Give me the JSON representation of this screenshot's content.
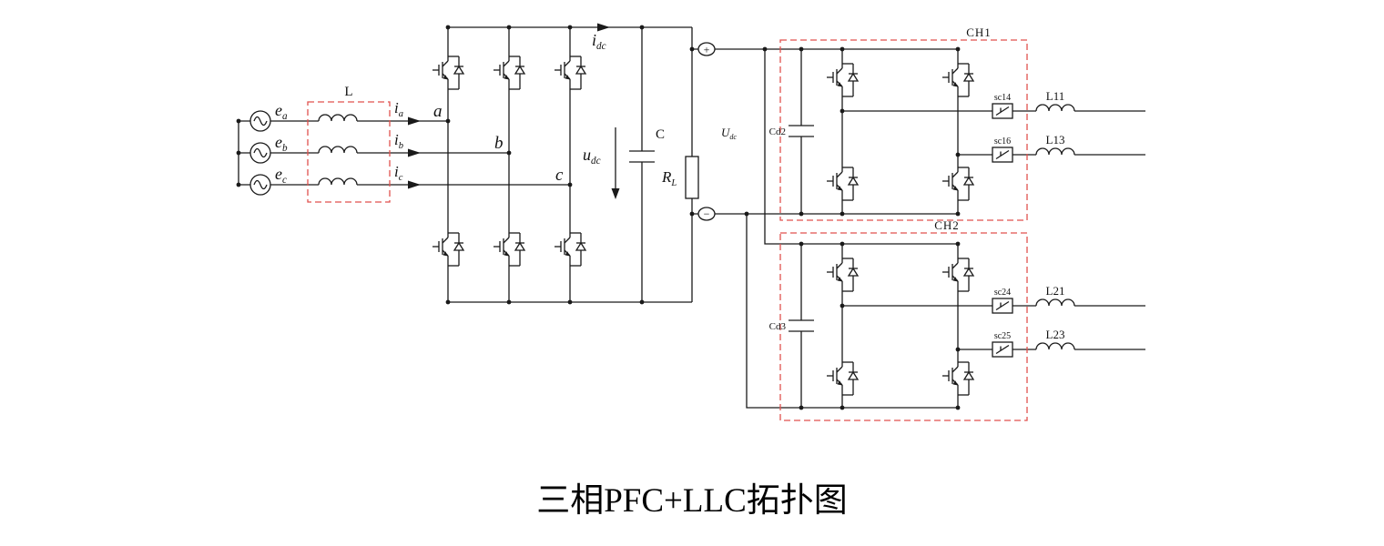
{
  "title": "三相PFC+LLC拓扑图",
  "colors": {
    "wire": "#1a1a1a",
    "dashed_box": "#e0524e",
    "background": "#ffffff"
  },
  "ac_sources": [
    {
      "base": "e",
      "sub": "a"
    },
    {
      "base": "e",
      "sub": "b"
    },
    {
      "base": "e",
      "sub": "c"
    }
  ],
  "inductor_block": {
    "label": "L"
  },
  "phase_currents": [
    {
      "base": "i",
      "sub": "a"
    },
    {
      "base": "i",
      "sub": "b"
    },
    {
      "base": "i",
      "sub": "c"
    }
  ],
  "phase_nodes": [
    "a",
    "b",
    "c"
  ],
  "dc_link": {
    "current": {
      "base": "i",
      "sub": "dc"
    },
    "voltage": {
      "base": "u",
      "sub": "dc"
    },
    "capacitor": "C",
    "load": {
      "base": "R",
      "sub": "L"
    },
    "bus_voltage": {
      "base": "U",
      "sub": "dc"
    },
    "plus": "+",
    "minus": "−"
  },
  "channels": [
    {
      "label": "CH1",
      "capacitor": "Cd2",
      "switches": [
        "sc14",
        "sc16"
      ],
      "inductors": [
        "L11",
        "L13"
      ]
    },
    {
      "label": "CH2",
      "capacitor": "Cd3",
      "switches": [
        "sc24",
        "sc25"
      ],
      "inductors": [
        "L21",
        "L23"
      ]
    }
  ]
}
